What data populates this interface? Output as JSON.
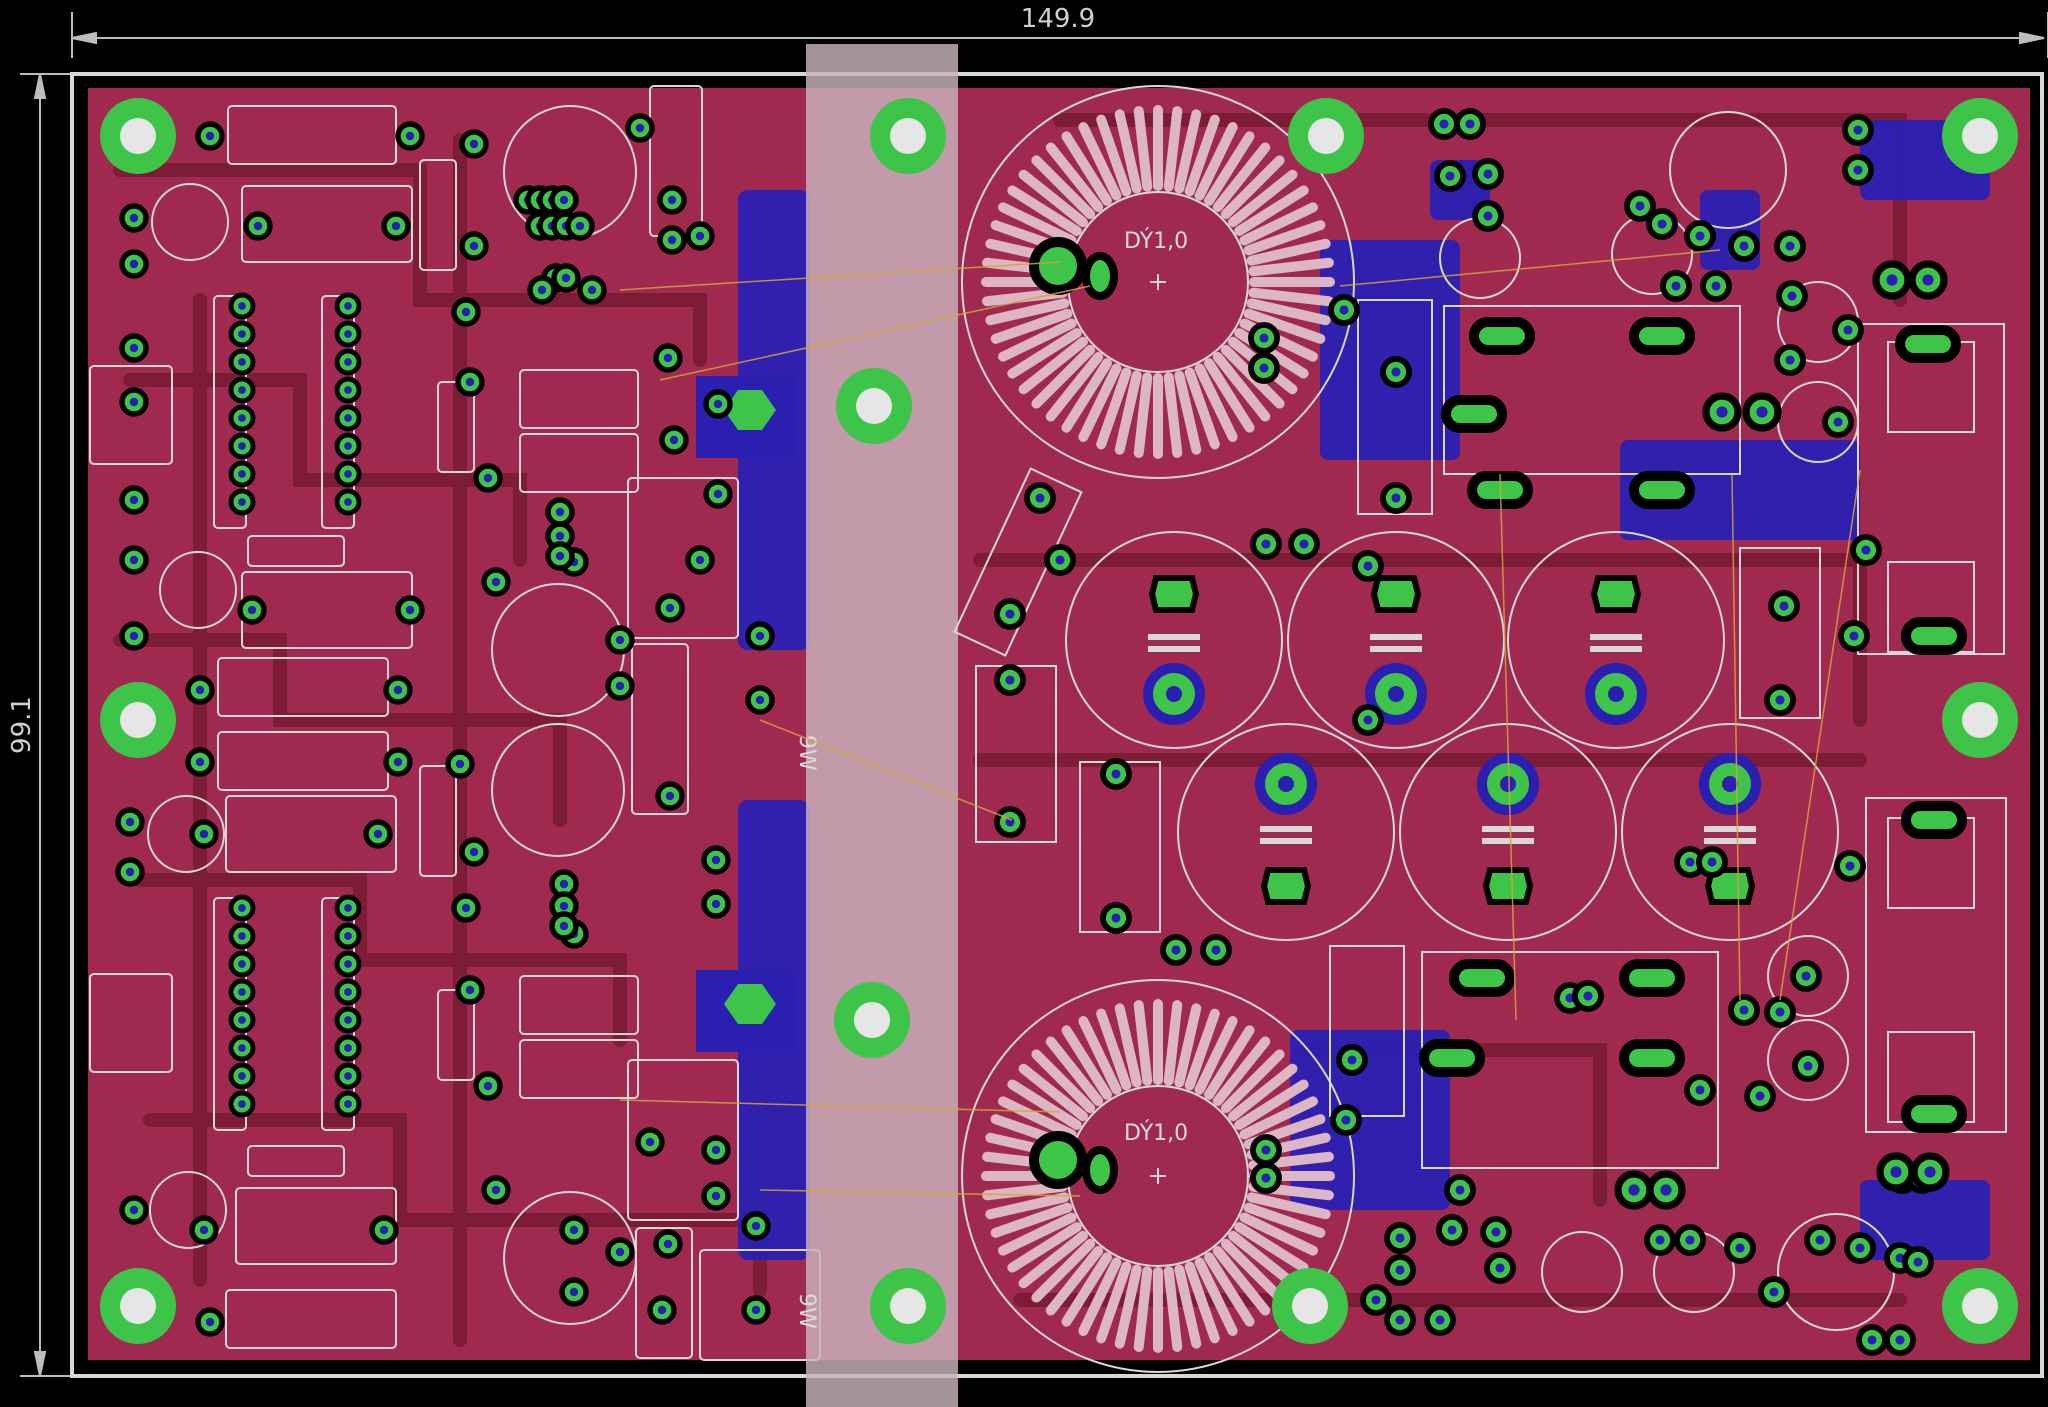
{
  "dimensions": {
    "width_label": "149.9",
    "height_label": "99.1"
  },
  "transformers": [
    {
      "label": "DÝ1,0"
    },
    {
      "label": "DÝ1,0"
    }
  ],
  "component_labels": {
    "upper_label": "9W",
    "lower_label": "9W"
  },
  "colors": {
    "background": "#000000",
    "board_copper": "#a02a4f",
    "trace_dark": "#7d1c37",
    "bottom_copper": "#2b1fb2",
    "pad_green": "#3fc44a",
    "silkscreen": "#d8d8d8",
    "heatsink": "#c9b3bd"
  }
}
